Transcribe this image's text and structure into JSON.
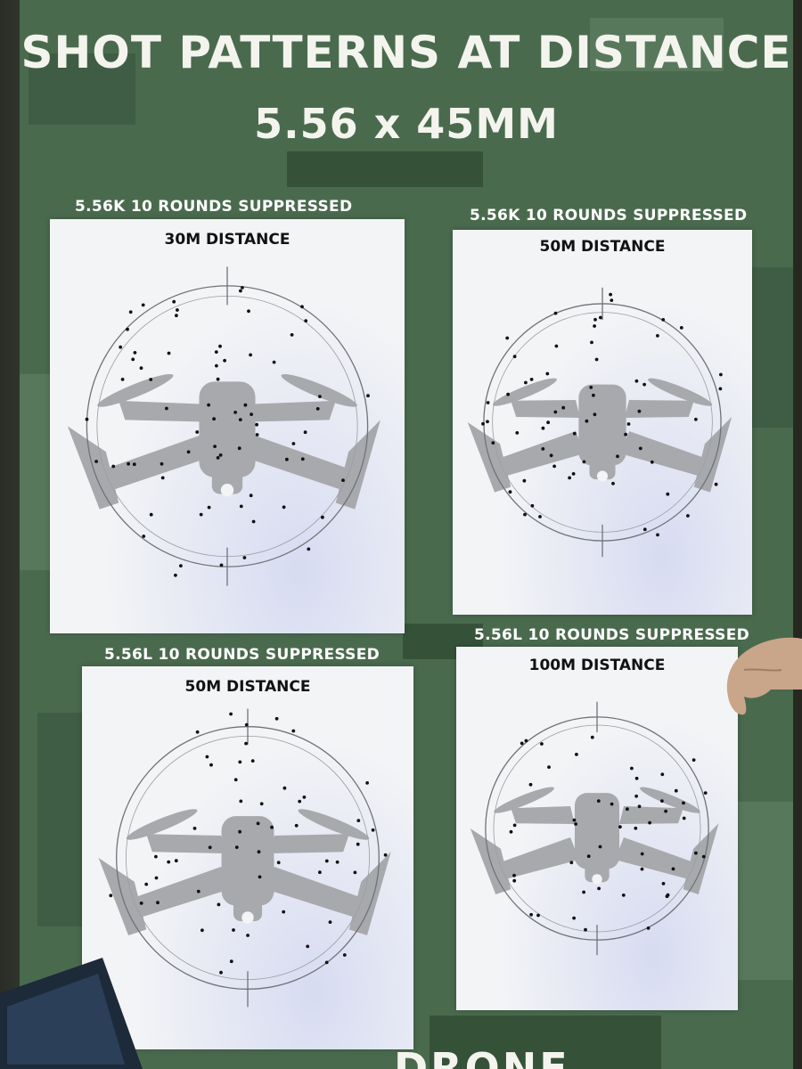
{
  "poster": {
    "title_line1": "SHOT PATTERNS AT DISTANCE",
    "title_line2": "5.56 x 45MM",
    "bottom_text": "DRONE"
  },
  "panels": [
    {
      "caption": "5.56K 10 ROUNDS SUPPRESSED",
      "distance": "30M DISTANCE"
    },
    {
      "caption": "5.56K 10 ROUNDS SUPPRESSED",
      "distance": "50M DISTANCE"
    },
    {
      "caption": "5.56L 10 ROUNDS SUPPRESSED",
      "distance": "50M DISTANCE"
    },
    {
      "caption": "5.56L 10 ROUNDS SUPPRESSED",
      "distance": "100M DISTANCE"
    }
  ],
  "colors": {
    "poster_green": "#4a6a4e",
    "target_white": "#f3f4f6",
    "drone_gray": "#a7a9ad",
    "hit_black": "#111111"
  }
}
